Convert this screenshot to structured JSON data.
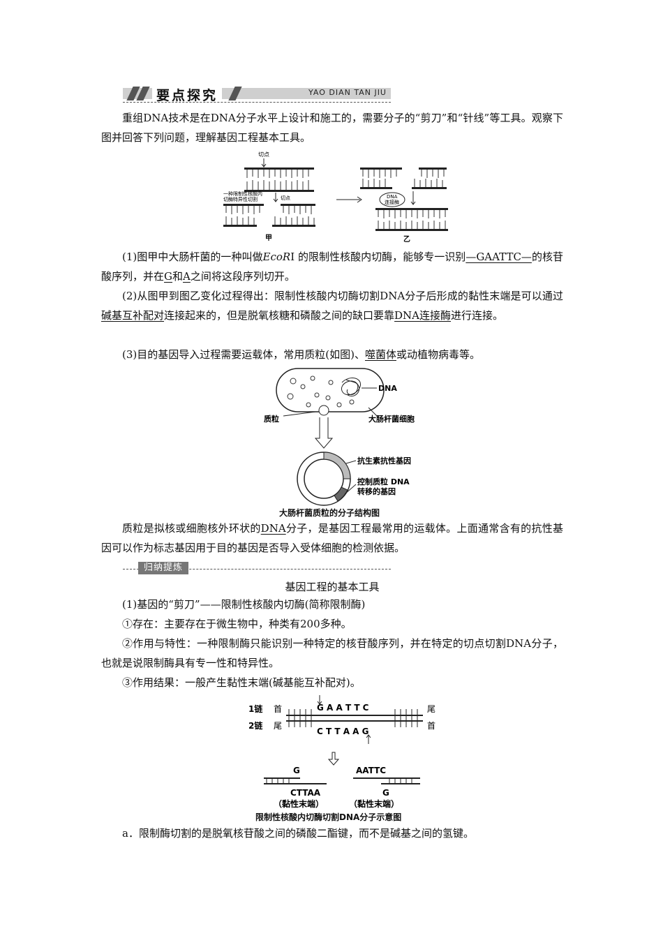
{
  "section": {
    "title": "要点探究",
    "pinyin": "YAO DIAN TAN JIU"
  },
  "intro": "重组DNA技术是在DNA分子水平上设计和施工的，需要分子的“剪刀”和“针线”等工具。观察下图并回答下列问题，理解基因工程基本工具。",
  "fig1": {
    "cut_label_top": "切点",
    "enzyme_label_1": "一种限制性核酸内",
    "enzyme_label_2": "切酶特异性切割",
    "cut_label_mid": "切点",
    "ligase_label_1": "DNA",
    "ligase_label_2": "连接酶",
    "label_jia": "甲",
    "label_yi": "乙"
  },
  "q1": {
    "pre": "(1)图甲中大肠杆菌的一种叫做",
    "enzyme": "EcoR",
    "enzyme_suffix": "Ⅰ",
    "mid": "的限制性核酸内切酶，能够专一识别",
    "seq_blank": "—GAATTC—",
    "mid2": "的核苷酸序列，并在",
    "g": "G",
    "and": "和",
    "a": "A",
    "post": "之间将这段序列切开。"
  },
  "q2": {
    "pre": "(2)从图甲到图乙变化过程得出：限制性核酸内切酶切割DNA分子后形成的黏性末端是可以通过",
    "blank1": "碱基互补配对",
    "mid": "连接起来的，但是脱氧核糖和磷酸之间的缺口要靠",
    "blank2": "DNA连接酶",
    "post": "进行连接。"
  },
  "q3": {
    "pre": "(3)目的基因导入过程需要运载体，常用质粒(如图)、",
    "blank": "噬菌体",
    "post": "或动植物病毒等。"
  },
  "fig2": {
    "dna": "DNA",
    "plasmid": "质粒",
    "ecoli_cell": "大肠杆菌细胞",
    "antibiotic_gene": "抗生素抗性基因",
    "control_gene_1": "控制质粒 DNA",
    "control_gene_2": "转移的基因",
    "caption": "大肠杆菌质粒的分子结构图"
  },
  "plasmid_text": {
    "pre": "质粒是拟核或细胞核外环状的",
    "blank": "DNA",
    "post": "分子，是基因工程最常用的运载体。上面通常含有的抗性基因可以作为标志基因用于目的基因是否导入受体细胞的检测依据。"
  },
  "summary": {
    "tag": "归纳提炼",
    "heading": "基因工程的基本工具",
    "items": [
      "(1)基因的“剪刀”——限制性核酸内切酶(简称限制酶)",
      "①存在：主要存在于微生物中，种类有200多种。",
      "②作用与特性：一种限制酶只能识别一种特定的核苷酸序列，并在特定的切点切割DNA分子，也就是说限制酶具有专一性和特异性。",
      "③作用结果：一般产生黏性末端(碱基能互补配对)。"
    ]
  },
  "fig3": {
    "strand1": "1链",
    "strand2": "2链",
    "head": "首",
    "tail": "尾",
    "top_seq": "G A A T T C",
    "bottom_seq": "C T T A A G",
    "left_top": "G",
    "left_bottom": "CTTAA",
    "right_top": "AATTC",
    "right_bottom": "G",
    "sticky_end": "（黏性末端）",
    "caption": "限制性核酸内切酶切割DNA分子示意图"
  },
  "note_a": "a．限制酶切割的是脱氧核苷酸之间的磷酸二酯键，而不是碱基之间的氢键。"
}
